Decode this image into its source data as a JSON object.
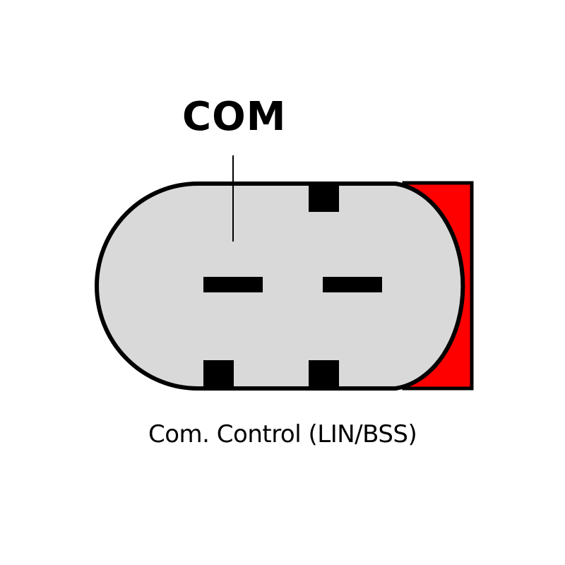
{
  "diagram": {
    "title": "COM",
    "caption": "Com. Control (LIN/BSS)",
    "connector": {
      "body_color": "#d9d9d9",
      "outline_color": "#000000",
      "key_color": "#ff0000",
      "pins": [
        {
          "id": "top-key",
          "kind": "notch"
        },
        {
          "id": "terminal-left",
          "kind": "blade"
        },
        {
          "id": "terminal-right",
          "kind": "blade"
        },
        {
          "id": "bottom-key-left",
          "kind": "notch"
        },
        {
          "id": "bottom-key-right",
          "kind": "notch"
        }
      ]
    },
    "leader": {
      "points_to": "terminal-left",
      "label": "COM"
    }
  }
}
